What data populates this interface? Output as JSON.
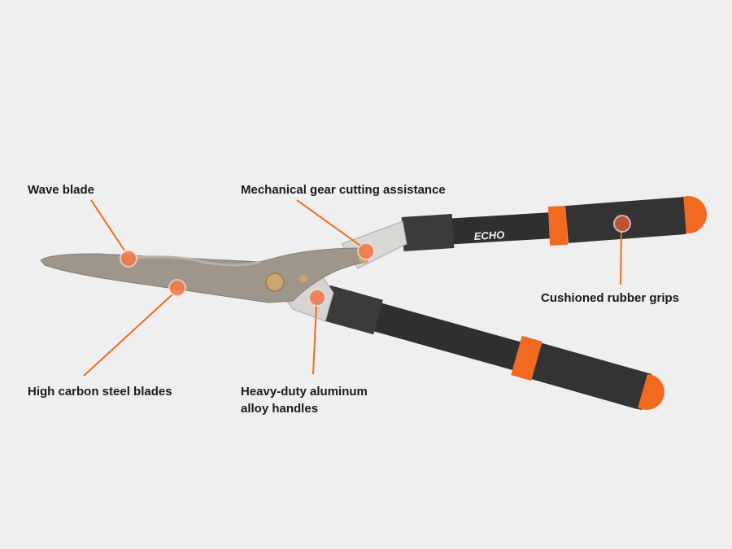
{
  "product": {
    "brand_logo": "ECHO",
    "colors": {
      "background": "#efefef",
      "accent": "#f26a21",
      "handle": "#3a3a3a",
      "blade": "#9e968b"
    }
  },
  "callouts": [
    {
      "id": "wave-blade",
      "label": "Wave blade"
    },
    {
      "id": "gear",
      "label": "Mechanical gear cutting assistance"
    },
    {
      "id": "grips",
      "label": "Cushioned rubber grips"
    },
    {
      "id": "steel",
      "label": "High carbon steel blades"
    },
    {
      "id": "handles",
      "label_line1": "Heavy-duty aluminum",
      "label_line2": "alloy handles"
    }
  ]
}
